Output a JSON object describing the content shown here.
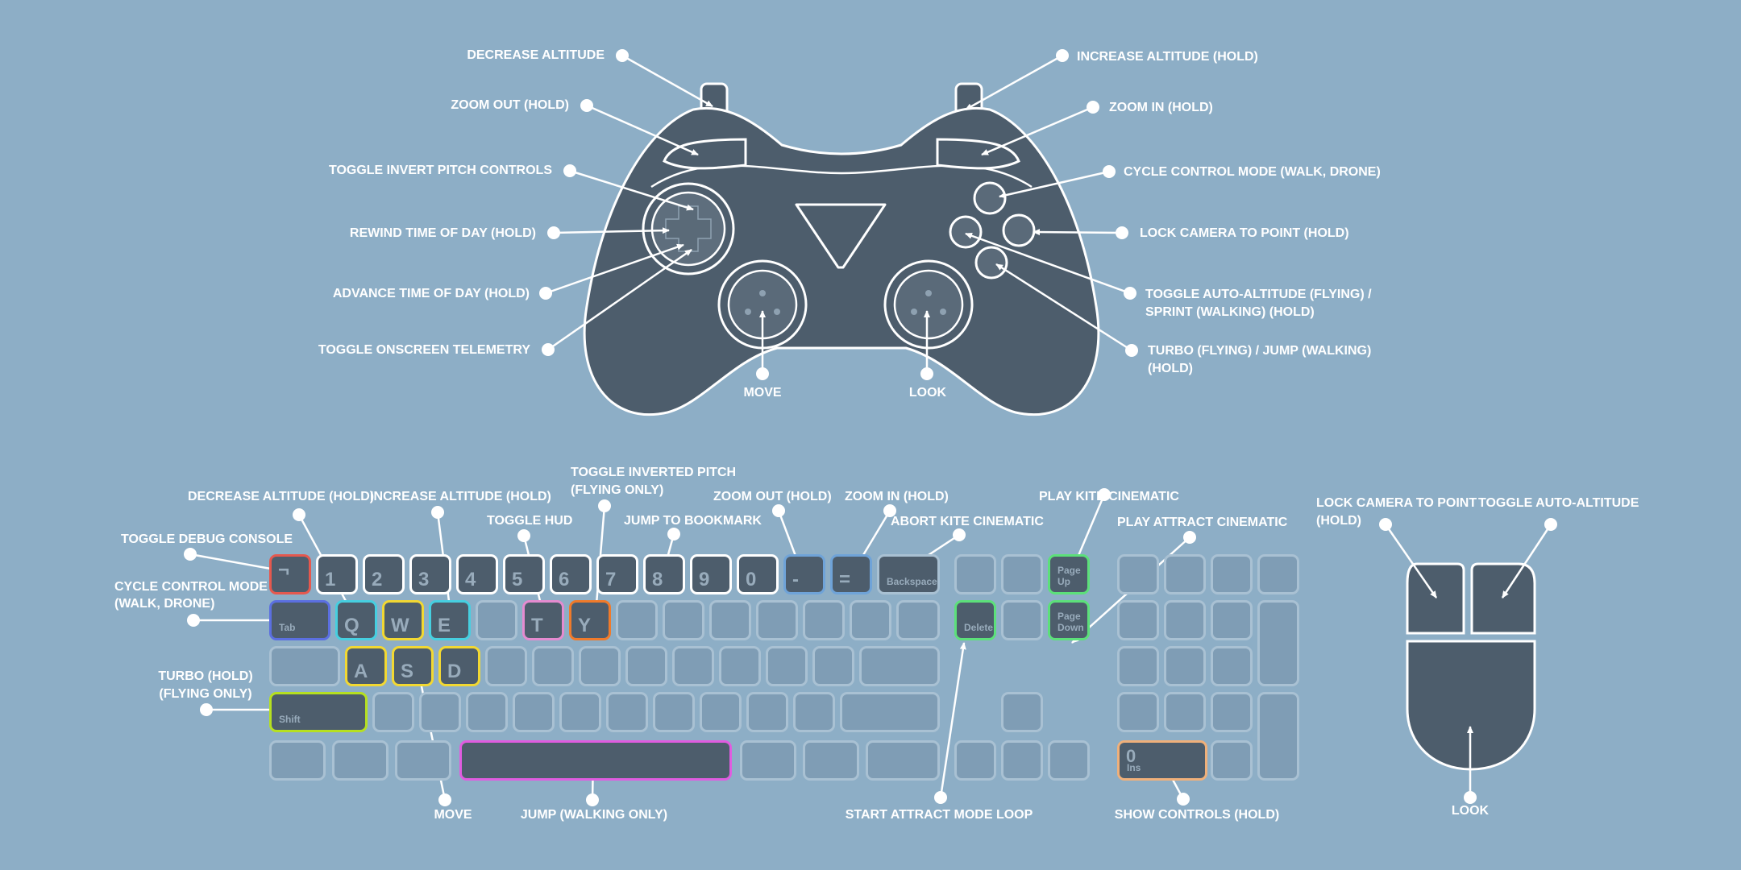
{
  "colors": {
    "background": "#8daec6",
    "device_fill": "#4d5d6c",
    "outline": "#ffffff",
    "key_inactive": "#7f9db5",
    "key_label": "#98abbb"
  },
  "controller": {
    "labels": {
      "decrease_altitude": "DECREASE ALTITUDE",
      "zoom_out": "ZOOM OUT (HOLD)",
      "toggle_invert_pitch": "TOGGLE INVERT PITCH CONTROLS",
      "rewind_time": "REWIND TIME OF DAY (HOLD)",
      "advance_time": "ADVANCE TIME OF DAY (HOLD)",
      "toggle_telemetry": "TOGGLE ONSCREEN TELEMETRY",
      "move": "MOVE",
      "look": "LOOK",
      "increase_altitude": "INCREASE ALTITUDE (HOLD)",
      "zoom_in": "ZOOM IN (HOLD)",
      "cycle_control_mode": "CYCLE CONTROL MODE (WALK, DRONE)",
      "lock_camera": "LOCK CAMERA TO POINT (HOLD)",
      "toggle_auto_altitude_1": "TOGGLE AUTO-ALTITUDE (FLYING) /",
      "toggle_auto_altitude_2": "SPRINT (WALKING) (HOLD)",
      "turbo_1": "TURBO (FLYING) / JUMP (WALKING)",
      "turbo_2": "(HOLD)"
    }
  },
  "keyboard": {
    "labels": {
      "decrease_altitude": "DECREASE ALTITUDE (HOLD)",
      "increase_altitude": "INCREASE ALTITUDE (HOLD)",
      "toggle_inverted_pitch_1": "TOGGLE INVERTED PITCH",
      "toggle_inverted_pitch_2": "(FLYING ONLY)",
      "toggle_hud": "TOGGLE HUD",
      "jump_to_bookmark": "JUMP TO BOOKMARK",
      "zoom_out": "ZOOM OUT (HOLD)",
      "zoom_in": "ZOOM IN (HOLD)",
      "abort_kite": "ABORT KITE CINEMATIC",
      "play_kite": "PLAY KITE CINEMATIC",
      "play_attract": "PLAY ATTRACT CINEMATIC",
      "toggle_debug": "TOGGLE DEBUG CONSOLE",
      "cycle_mode_1": "CYCLE CONTROL MODE",
      "cycle_mode_2": "(WALK, DRONE)",
      "turbo_1": "TURBO (HOLD)",
      "turbo_2": "(FLYING ONLY)",
      "move": "MOVE",
      "jump": "JUMP (WALKING ONLY)",
      "start_attract": "START ATTRACT MODE LOOP",
      "show_controls": "SHOW CONTROLS (HOLD)"
    },
    "keys": {
      "grave": "¬",
      "k1": "1",
      "k2": "2",
      "k3": "3",
      "k4": "4",
      "k5": "5",
      "k6": "6",
      "k7": "7",
      "k8": "8",
      "k9": "9",
      "k0": "0",
      "minus": "-",
      "equals": "=",
      "backspace": "Backspace",
      "tab": "Tab",
      "q": "Q",
      "w": "W",
      "e": "E",
      "t": "T",
      "y": "Y",
      "a": "A",
      "s": "S",
      "d": "D",
      "shift": "Shift",
      "page_up": "Page\nUp",
      "delete": "Delete",
      "page_down": "Page\nDown",
      "num0_main": "0",
      "num0_sub": "Ins"
    }
  },
  "mouse": {
    "labels": {
      "lock_camera_1": "LOCK CAMERA TO POINT",
      "lock_camera_2": "(HOLD)",
      "toggle_auto_altitude": "TOGGLE AUTO-ALTITUDE",
      "look": "LOOK"
    }
  }
}
